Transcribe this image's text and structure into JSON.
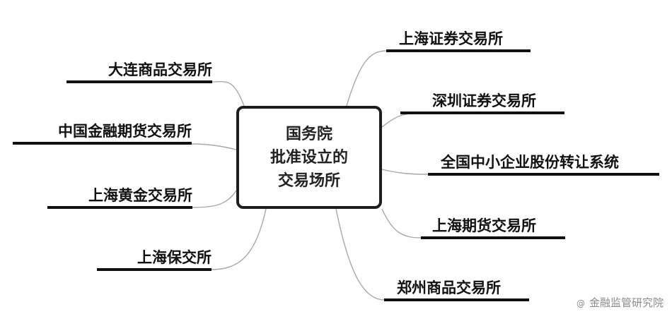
{
  "center": {
    "title": "国务院\n批准设立的\n交易场所"
  },
  "left_nodes": [
    {
      "label": "大连商品交易所"
    },
    {
      "label": "中国金融期货交易所"
    },
    {
      "label": "上海黄金交易所"
    },
    {
      "label": "上海保交所"
    }
  ],
  "right_nodes": [
    {
      "label": "上海证券交易所"
    },
    {
      "label": "深圳证券交易所"
    },
    {
      "label": "全国中小企业股份转让系统"
    },
    {
      "label": "上海期货交易所"
    },
    {
      "label": "郑州商品交易所"
    }
  ],
  "watermark": {
    "symbol": "@",
    "text": "金融监管研究院"
  },
  "colors": {
    "line": "#111111",
    "connector": "#a8a8a8",
    "box_border": "#1e1e1e"
  }
}
